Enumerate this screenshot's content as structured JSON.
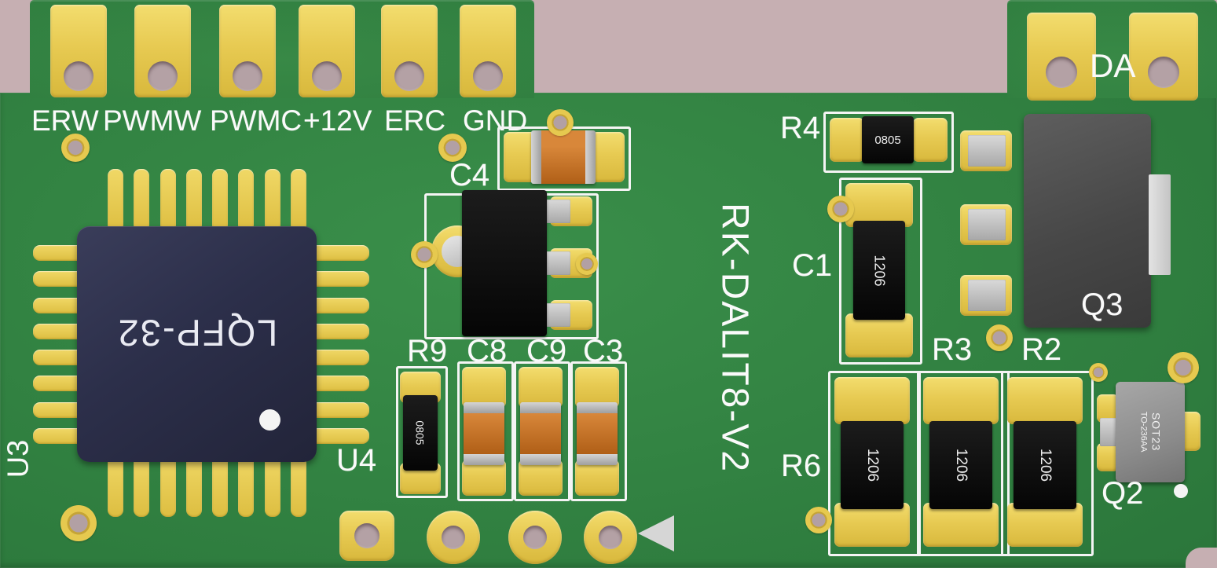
{
  "scene": {
    "description": "3D rendered printed circuit board",
    "background_color": "#c6afb2",
    "board_color": "#2e7c3e",
    "pad_color": "#e6c94f",
    "silkscreen_color": "#f4f4f4",
    "capacitor_body_color": "#c06a2a"
  },
  "board_title": "RK-DALIT8-V2",
  "top_connector": {
    "pin_labels": [
      "ERW",
      "PWMW",
      "PWMC",
      "+12V",
      "ERC",
      "GND"
    ]
  },
  "da_connector": {
    "label": "DA"
  },
  "chips": {
    "u3_designator": "U3",
    "u3_marking": "LQFP-32",
    "u4_designator": "U4"
  },
  "passives": {
    "c4": "C4",
    "r9": "R9",
    "c8": "C8",
    "c9": "C9",
    "c3": "C3",
    "r4": "R4",
    "c1": "C1",
    "r3": "R3",
    "r2": "R2",
    "r6": "R6"
  },
  "transistors": {
    "q3": "Q3",
    "q2": "Q2",
    "q2_marking_line1": "SOT23",
    "q2_marking_line2": "TO-236AA"
  },
  "package_markings": {
    "r4_body": "0805",
    "r9_body": "0805",
    "c1_body": "1206",
    "r6_body": "1206",
    "r3_body": "1206",
    "r2_body": "1206"
  }
}
